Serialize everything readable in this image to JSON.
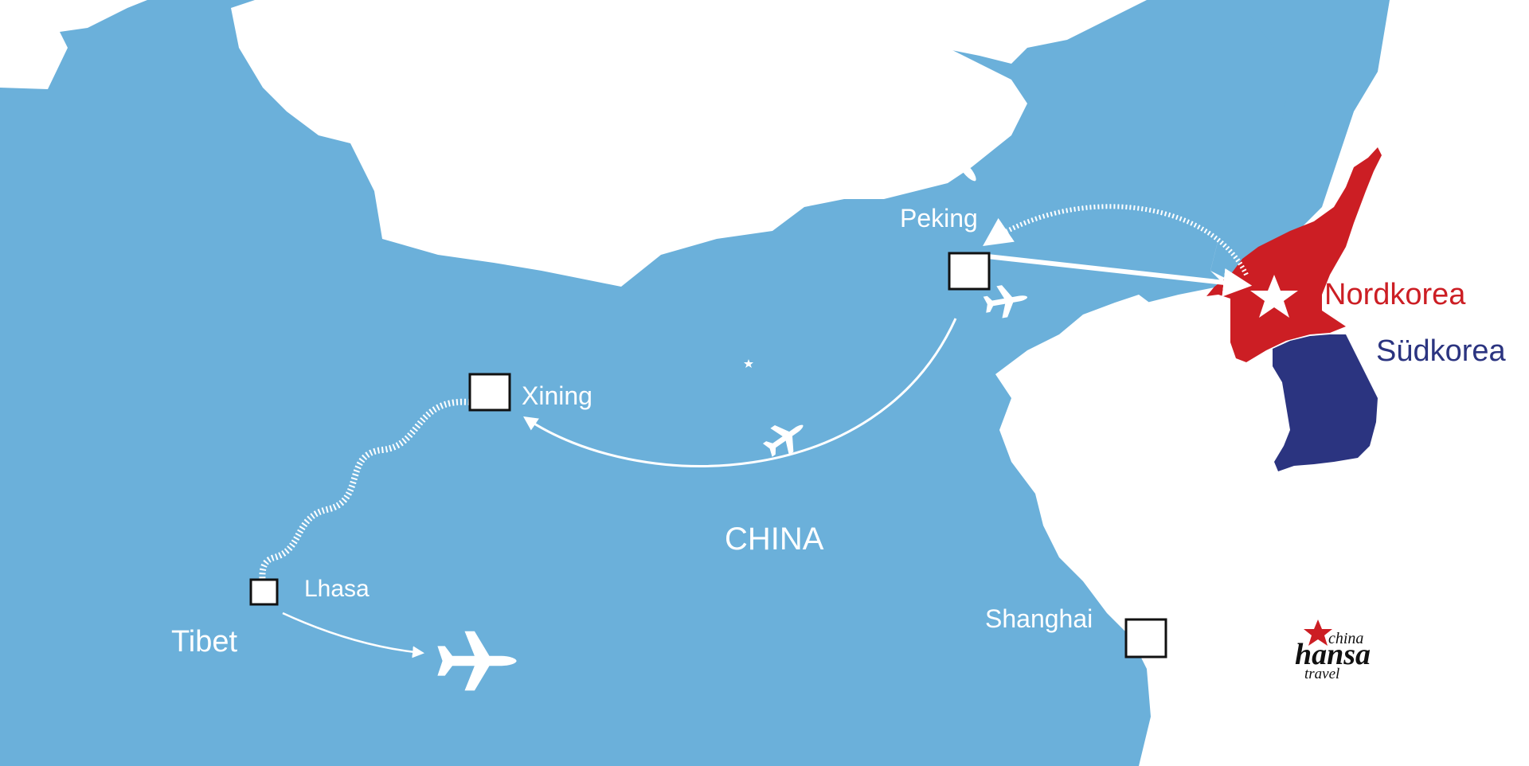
{
  "colors": {
    "water_land": "#6bb0da",
    "background": "#ffffff",
    "north_korea": "#cc1e24",
    "south_korea": "#2b3480",
    "route": "#ffffff"
  },
  "map": {
    "region_label": "CHINA",
    "area_label": "Tibet",
    "cities": [
      {
        "name": "Peking"
      },
      {
        "name": "Xining"
      },
      {
        "name": "Lhasa"
      },
      {
        "name": "Shanghai"
      }
    ],
    "countries": {
      "north_korea": "Nordkorea",
      "south_korea": "Südkorea"
    },
    "icons": [
      "airplane-icon",
      "star-icon",
      "railway-icon"
    ]
  },
  "logo": {
    "top": "china",
    "main": "hansa",
    "bottom": "travel"
  }
}
